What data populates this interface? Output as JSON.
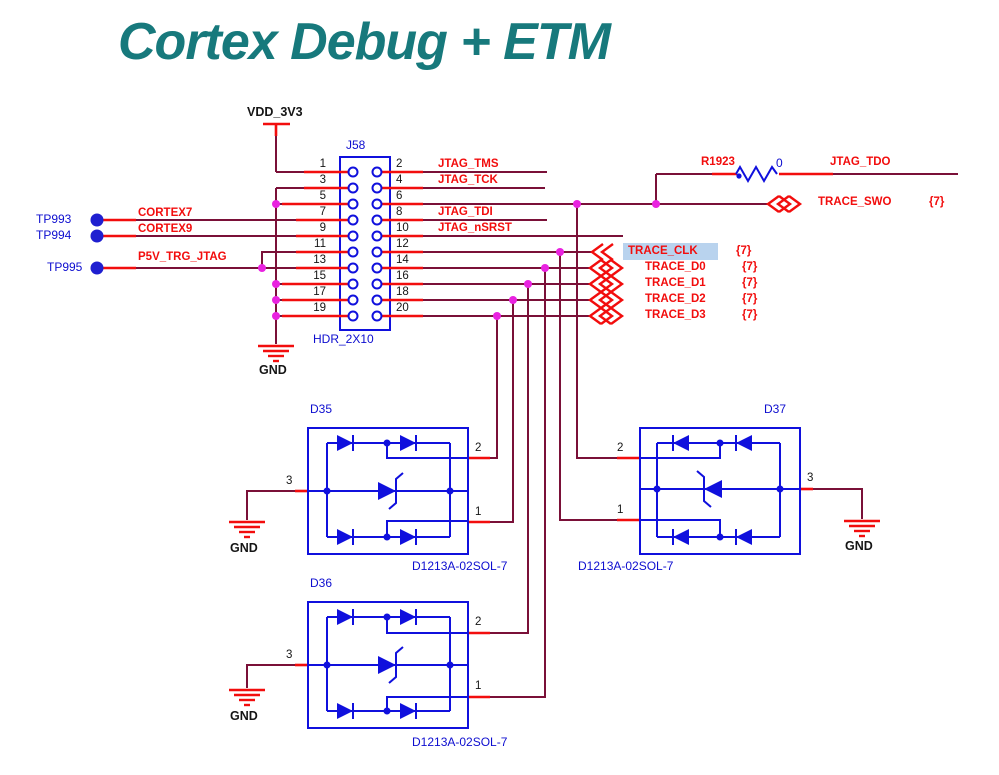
{
  "title": "Cortex Debug + ETM",
  "colors": {
    "wire": "#7a1038",
    "pin_red": "#f20d0d",
    "symbol_blue": "#1010dd",
    "junction_magenta": "#e922e0",
    "title_teal": "#17797c",
    "highlight": "#b9d3ee"
  },
  "power": {
    "vdd": "VDD_3V3",
    "gnd": "GND"
  },
  "header": {
    "designator": "J58",
    "footprint": "HDR_2X10",
    "pins": [
      "1",
      "2",
      "3",
      "4",
      "5",
      "6",
      "7",
      "8",
      "9",
      "10",
      "11",
      "12",
      "13",
      "14",
      "15",
      "16",
      "17",
      "18",
      "19",
      "20"
    ]
  },
  "testpoints": [
    {
      "ref": "TP993",
      "net": "CORTEX7"
    },
    {
      "ref": "TP994",
      "net": "CORTEX9"
    },
    {
      "ref": "TP995",
      "net": "P5V_TRG_JTAG"
    }
  ],
  "jtag": {
    "tms": "JTAG_TMS",
    "tck": "JTAG_TCK",
    "tdi": "JTAG_TDI",
    "nsrst": "JTAG_nSRST",
    "tdo": "JTAG_TDO"
  },
  "resistor": {
    "designator": "R1923",
    "value": "0"
  },
  "trace_ports": [
    {
      "name": "TRACE_SWO",
      "ref": "{7}",
      "highlighted": false
    },
    {
      "name": "TRACE_CLK",
      "ref": "{7}",
      "highlighted": true
    },
    {
      "name": "TRACE_D0",
      "ref": "{7}",
      "highlighted": false
    },
    {
      "name": "TRACE_D1",
      "ref": "{7}",
      "highlighted": false
    },
    {
      "name": "TRACE_D2",
      "ref": "{7}",
      "highlighted": false
    },
    {
      "name": "TRACE_D3",
      "ref": "{7}",
      "highlighted": false
    }
  ],
  "diodes": [
    {
      "designator": "D35",
      "part": "D1213A-02SOL-7",
      "pin1": "1",
      "pin2": "2",
      "pin3": "3"
    },
    {
      "designator": "D36",
      "part": "D1213A-02SOL-7",
      "pin1": "1",
      "pin2": "2",
      "pin3": "3"
    },
    {
      "designator": "D37",
      "part": "D1213A-02SOL-7",
      "pin1": "1",
      "pin2": "2",
      "pin3": "3"
    }
  ]
}
